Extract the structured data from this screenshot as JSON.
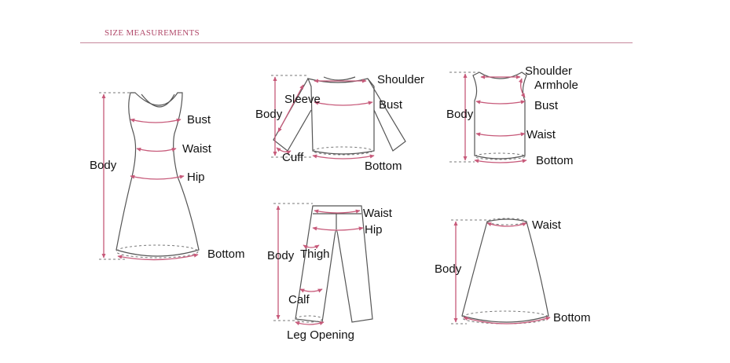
{
  "header": {
    "title": "SIZE MEASUREMENTS",
    "title_color": "#b14a6b",
    "rule_color": "#c7899c"
  },
  "colors": {
    "measure": "#c75a7a",
    "outline": "#555555"
  },
  "garments": {
    "dress": {
      "bust": "Bust",
      "waist": "Waist",
      "hip": "Hip",
      "body": "Body",
      "bottom": "Bottom"
    },
    "shirt": {
      "shoulder": "Shoulder",
      "sleeve": "Sleeve",
      "bust": "Bust",
      "body": "Body",
      "cuff": "Cuff",
      "bottom": "Bottom"
    },
    "vest": {
      "shoulder": "Shoulder",
      "armhole": "Armhole",
      "bust": "Bust",
      "body": "Body",
      "waist": "Waist",
      "bottom": "Bottom"
    },
    "pants": {
      "waist": "Waist",
      "hip": "Hip",
      "body": "Body",
      "thigh": "Thigh",
      "calf": "Calf",
      "leg_opening": "Leg Opening"
    },
    "skirt": {
      "waist": "Waist",
      "body": "Body",
      "bottom": "Bottom"
    }
  }
}
